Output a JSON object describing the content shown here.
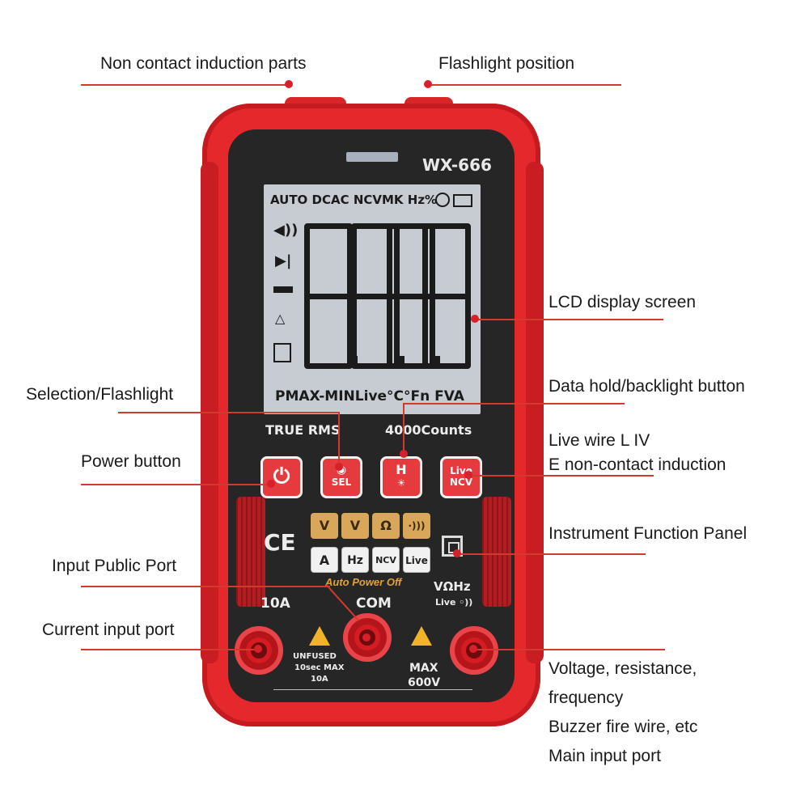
{
  "callouts": {
    "non_contact": "Non contact induction parts",
    "flashlight_position": "Flashlight position",
    "lcd_screen": "LCD display screen",
    "selection_flashlight": "Selection/Flashlight",
    "data_hold": "Data hold/backlight button",
    "live_wire_1": "Live wire L IV",
    "live_wire_2": "E non-contact induction",
    "power_button": "Power button",
    "function_panel": "Instrument Function Panel",
    "input_public": "Input Public Port",
    "current_input": "Current input port",
    "main_port_1": "Voltage, resistance,",
    "main_port_2": "frequency",
    "main_port_3": "Buzzer fire wire, etc",
    "main_port_4": "Main input port"
  },
  "device": {
    "model": "WX-666",
    "lcd_top": "AUTO DCAC NCVMK Hz%",
    "lcd_bottom": "PMAX-MINLive°C°Fn  FVA",
    "true_rms": "TRUE RMS",
    "counts": "4000Counts",
    "btn_sel": "SEL",
    "btn_live": "Live",
    "btn_ncv": "NCV",
    "fn_v_dc": "V",
    "fn_v_ac": "V",
    "fn_ohm": "Ω",
    "fn_buzz": "·)))",
    "fn_a": "A",
    "fn_hz": "Hz",
    "fn_ncv": "NCV",
    "fn_live": "Live",
    "auto_power_off": "Auto Power Off",
    "ce": "CE",
    "port_10a": "10A",
    "port_com": "COM",
    "port_vohz": "VΩHz",
    "port_live": "Live ◦))",
    "unfused": "UNFUSED",
    "unfused_2": "10sec MAX",
    "unfused_3": "10A",
    "max": "MAX",
    "max_v": "600V"
  },
  "colors": {
    "body": "#e4282c",
    "face": "#262626",
    "lcd": "#c7ccd3",
    "accent": "#d8202a"
  }
}
